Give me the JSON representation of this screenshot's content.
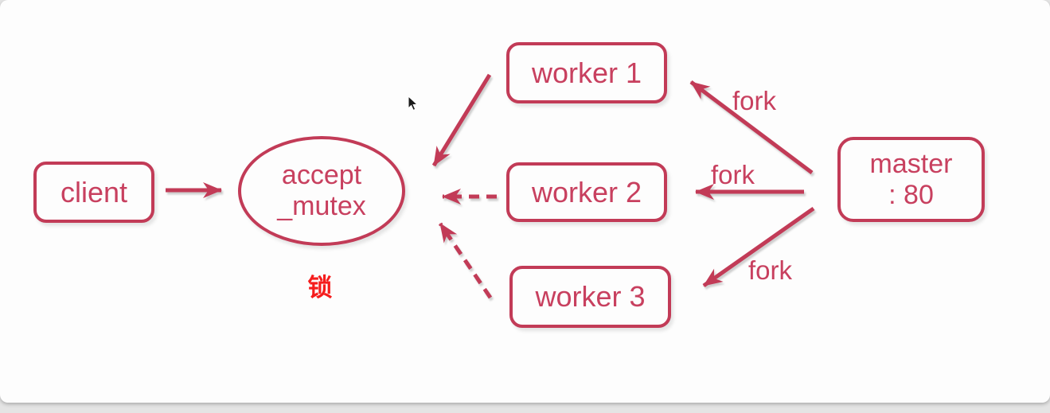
{
  "diagram": {
    "nodes": {
      "client": "client",
      "mutex_line1": "accept",
      "mutex_line2": "_mutex",
      "lock": "锁",
      "worker1": "worker 1",
      "worker2": "worker 2",
      "worker3": "worker 3",
      "master_line1": "master",
      "master_line2": ": 80"
    },
    "edge_labels": {
      "fork_top": "fork",
      "fork_middle": "fork",
      "fork_bottom": "fork"
    },
    "colors": {
      "accent_crimson": "#c23b57",
      "text_crimson": "#c8405f",
      "lock_red": "#f51d1d",
      "card_background": "#fdfdfd",
      "page_background": "#e4e4e4"
    }
  }
}
